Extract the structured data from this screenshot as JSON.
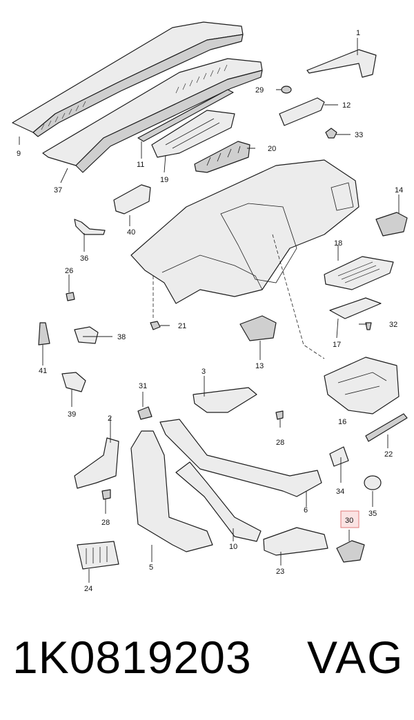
{
  "callouts": [
    "1",
    "29",
    "12",
    "33",
    "9",
    "37",
    "11",
    "19",
    "20",
    "14",
    "40",
    "18",
    "36",
    "26",
    "21",
    "32",
    "17",
    "38",
    "13",
    "41",
    "39",
    "3",
    "16",
    "31",
    "2",
    "28",
    "22",
    "34",
    "35",
    "6",
    "28",
    "30",
    "10",
    "23",
    "5",
    "24"
  ],
  "highlighted_callout": "30",
  "caption": {
    "part_number": "1K0819203",
    "brand": "VAG"
  }
}
